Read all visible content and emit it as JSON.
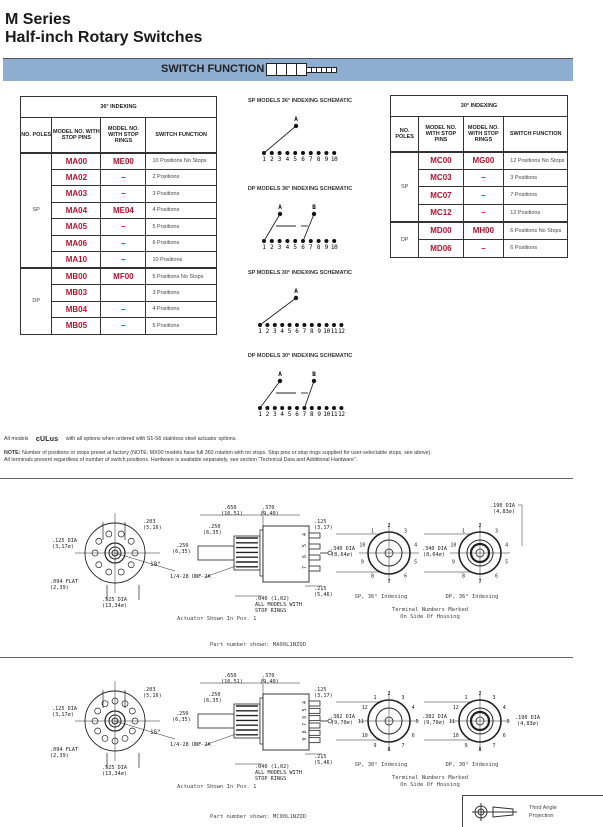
{
  "header": {
    "series": "M Series",
    "title": "Half-inch Rotary Switches"
  },
  "band": {
    "title": "SWITCH FUNCTION",
    "color": "#8daed0"
  },
  "columns": {
    "poles": "NO. POLES",
    "pins": "MODEL NO. WITH STOP PINS",
    "rings": "MODEL NO. WITH STOP RINGS",
    "function": "SWITCH FUNCTION"
  },
  "table36": {
    "title": "36° INDEXING",
    "groups": [
      {
        "poles": "SP",
        "rows": [
          {
            "pins": "MA00",
            "rings": "ME00",
            "function": "10 Positions No Stops"
          },
          {
            "pins": "MA02",
            "rings": "–",
            "function": "2 Positions"
          },
          {
            "pins": "MA03",
            "rings": "–",
            "function": "3 Positions"
          },
          {
            "pins": "MA04",
            "rings": "ME04",
            "function": "4 Positions"
          },
          {
            "pins": "MA05",
            "rings": "–",
            "function": "5 Positions"
          },
          {
            "pins": "MA06",
            "rings": "–",
            "function": "6 Positions"
          },
          {
            "pins": "MA10",
            "rings": "–",
            "function": "10 Positions"
          }
        ]
      },
      {
        "poles": "DP",
        "rows": [
          {
            "pins": "MB00",
            "rings": "MF00",
            "function": "5 Positions No Stops"
          },
          {
            "pins": "MB03",
            "rings": "",
            "function": "3 Positions"
          },
          {
            "pins": "MB04",
            "rings": "–",
            "function": "4 Positions"
          },
          {
            "pins": "MB05",
            "rings": "–",
            "function": "5 Positions"
          }
        ]
      }
    ]
  },
  "table30": {
    "title": "30° INDEXING",
    "groups": [
      {
        "poles": "SP",
        "rows": [
          {
            "pins": "MC00",
            "rings": "MG00",
            "function": "12 Positions No Stops"
          },
          {
            "pins": "MC03",
            "rings": "–",
            "function": "3 Positions"
          },
          {
            "pins": "MC07",
            "rings": "–",
            "function": "7 Positions"
          },
          {
            "pins": "MC12",
            "rings": "–",
            "function": "12 Positions"
          }
        ]
      },
      {
        "poles": "DP",
        "rows": [
          {
            "pins": "MD00",
            "rings": "MH00",
            "function": "6 Positions No Stops"
          },
          {
            "pins": "MD06",
            "rings": "–",
            "function": "6 Positions"
          }
        ]
      }
    ]
  },
  "schematics": [
    {
      "title": "SP MODELS 36° INDEXING SCHEMATIC",
      "count": 10,
      "poles": [
        "A"
      ],
      "links": [
        1
      ]
    },
    {
      "title": "DP MODELS 36° INDEXING SCHEMATIC",
      "count": 10,
      "poles": [
        "A",
        "B"
      ],
      "links": [
        1,
        6
      ]
    },
    {
      "title": "SP MODELS 30° INDEXING SCHEMATIC",
      "count": 12,
      "poles": [
        "A"
      ],
      "links": [
        1
      ]
    },
    {
      "title": "DP MODELS 30° INDEXING SCHEMATIC",
      "count": 12,
      "poles": [
        "A",
        "B"
      ],
      "links": [
        1,
        7
      ]
    }
  ],
  "notes": {
    "ul_prefix": "All models",
    "ul_mark": "cULus",
    "ul_suffix": "with all options when ordered with S1-S6 stainless steel actuator options.",
    "note_label": "NOTE:",
    "note_text": "Number of positions or stops preset at factory (NOTE: MX00 models have full 360 rotation with no stops. Stop pins or stop rings supplied for user-selectable stops, see above).",
    "note_line2": "All terminals present regardless of number of switch positions. Hardware is available separately, see section “Technical Data and Additional Hardware”."
  },
  "drawings": [
    {
      "angle_label": "18°",
      "count": 10,
      "dims": {
        "d203": ".203",
        "d203m": "(5,16)",
        "d125dia": ".125 DIA",
        "d125diam": "(3,17⌀)",
        "flat": ".094 FLAT",
        "flatm": "(2,39)",
        "d525": ".525 DIA",
        "d525m": "(13,34⌀)",
        "d650": ".650",
        "d650m": "(16,51)",
        "d370": ".370",
        "d370m": "(9,40)",
        "d250a": ".250",
        "d250am": "(6,35)",
        "d250b": ".250",
        "d250bm": "(6,35)",
        "d125": ".125",
        "d125m": "(3,17)",
        "thread": "1/4-28 UNF-2A",
        "d215": ".215",
        "d215m": "(5,46)",
        "d040": ".040  (1,02)",
        "d040b": "ALL MODELS WITH",
        "d040c": "STOP RINGS",
        "tdia": ".340 DIA",
        "tdiam": "(8,64⌀)",
        "tdia2": ".340 DIA",
        "tdia2m": "(8,64⌀)",
        "d190": ".190 DIA",
        "d190m": "(4,83⌀)"
      },
      "actuator": "Actuator Shown In Pos. 1",
      "sp_label": "SP, 36° Indexing",
      "dp_label": "DP, 36° Indexing",
      "terminal_note": [
        "Terminal Numbers Marked",
        "On Side Of Housing"
      ],
      "part": "Part number shown: MA00L1NZQD",
      "body_terms": [
        "4",
        "5",
        "6",
        "7"
      ]
    },
    {
      "angle_label": "15°",
      "count": 12,
      "dims": {
        "d203": ".203",
        "d203m": "(5,16)",
        "d125dia": ".125 DIA",
        "d125diam": "(3,17⌀)",
        "flat": ".094 FLAT",
        "flatm": "(2,39)",
        "d525": ".525 DIA",
        "d525m": "(13,34⌀)",
        "d650": ".650",
        "d650m": "(16,51)",
        "d370": ".370",
        "d370m": "(9,40)",
        "d250a": ".250",
        "d250am": "(6,35)",
        "d250b": ".250",
        "d250bm": "(6,35)",
        "d125": ".125",
        "d125m": "(3,17)",
        "thread": "1/4-28 UNF-2A",
        "d215": ".215",
        "d215m": "(5,46)",
        "d040": ".040  (1,02)",
        "d040b": "ALL MODELS WITH",
        "d040c": "STOP RINGS",
        "tdia": ".382 DIA",
        "tdiam": "(9,70⌀)",
        "tdia2": ".382 DIA",
        "tdia2m": "(9,70⌀)",
        "d190": ".190 DIA",
        "d190m": "(4,83⌀)"
      },
      "actuator": "Actuator Shown In Pos. 1",
      "sp_label": "SP, 30° Indexing",
      "dp_label": "DP, 30° Indexing",
      "terminal_note": [
        "Terminal Numbers Marked",
        "On Side Of Housing"
      ],
      "part": "Part number shown: MC00L1NZQD",
      "body_terms": [
        "4",
        "5",
        "6",
        "7",
        "8",
        "9"
      ]
    }
  ],
  "projection": {
    "line1": "Third Angle",
    "line2": "Projection"
  }
}
